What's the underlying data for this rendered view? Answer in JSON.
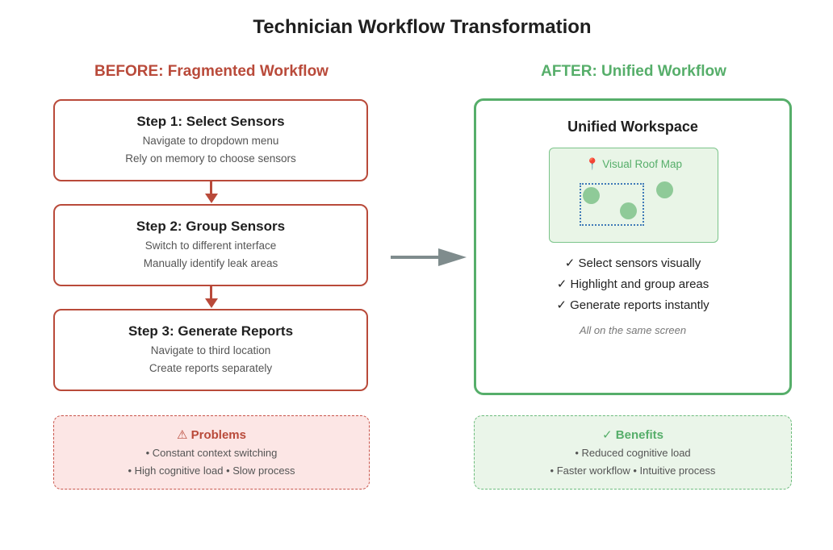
{
  "title": "Technician Workflow Transformation",
  "colors": {
    "before_accent": "#b94a3a",
    "after_accent": "#56ae6a",
    "arrow": "#7f8c8d",
    "selection": "#3f7ab8",
    "sensor": "#8fca98",
    "problems_bg": "#fce6e5",
    "benefits_bg": "#eaf5e9"
  },
  "before": {
    "heading": "BEFORE: Fragmented Workflow",
    "steps": [
      {
        "title": "Step 1: Select Sensors",
        "lines": [
          "Navigate to dropdown menu",
          "Rely on memory to choose sensors"
        ]
      },
      {
        "title": "Step 2: Group Sensors",
        "lines": [
          "Switch to different interface",
          "Manually identify leak areas"
        ]
      },
      {
        "title": "Step 3: Generate Reports",
        "lines": [
          "Navigate to third location",
          "Create reports separately"
        ]
      }
    ],
    "problems": {
      "icon": "warning-icon",
      "icon_glyph": "⚠",
      "heading": "Problems",
      "lines": [
        "• Constant context switching",
        "• High cognitive load • Slow process"
      ]
    }
  },
  "transition_arrow": "arrow-right-icon",
  "after": {
    "heading": "AFTER: Unified Workflow",
    "workspace": {
      "title": "Unified Workspace",
      "map": {
        "icon": "map-pin-icon",
        "icon_glyph": "📍",
        "label": "Visual Roof Map",
        "sensor_count": 3,
        "selected_sensor_count": 2
      },
      "checks": [
        "✓ Select sensors visually",
        "✓ Highlight and group areas",
        "✓ Generate reports instantly"
      ],
      "note": "All on the same screen"
    },
    "benefits": {
      "icon": "check-icon",
      "icon_glyph": "✓",
      "heading": "Benefits",
      "lines": [
        "• Reduced cognitive load",
        "• Faster workflow • Intuitive process"
      ]
    }
  }
}
